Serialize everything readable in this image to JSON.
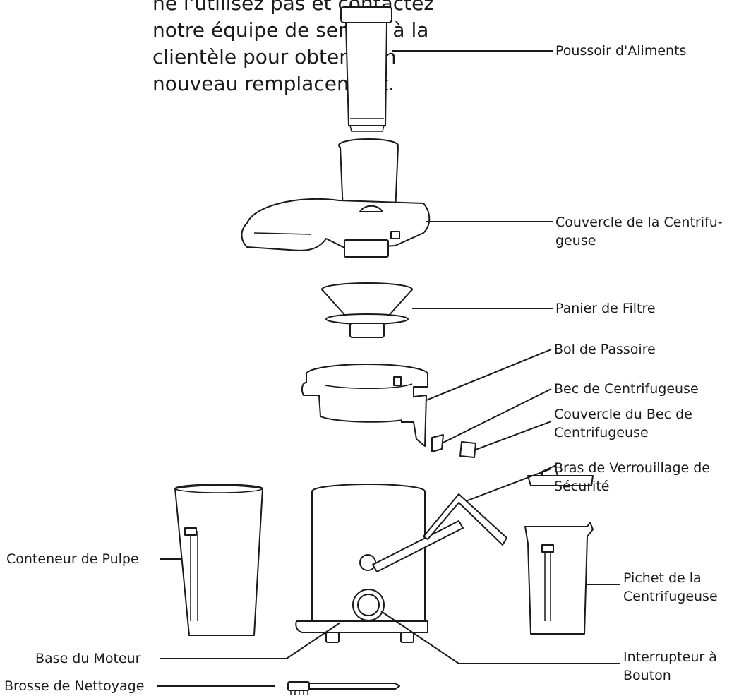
{
  "intro_lines": [
    "ne l'utilisez pas et contactez",
    "notre équipe de service à la",
    "clientèle pour obtenir un",
    "nouveau remplacement."
  ],
  "labels": {
    "food_pusher": "Poussoir d'Aliments",
    "juicer_lid": [
      "Couvercle de la Centrifu-",
      "geuse"
    ],
    "filter_basket": "Panier de Filtre",
    "strainer_bowl": "Bol de Passoire",
    "spout": "Bec de Centrifugeuse",
    "spout_cover": [
      "Couvercle du Bec de",
      "Centrifugeuse"
    ],
    "safety_arm": [
      "Bras de Verrouillage de",
      "Sécurité"
    ],
    "pulp_container": "Conteneur de Pulpe",
    "juice_jug": [
      "Pichet de la",
      "Centrifugeuse"
    ],
    "motor_base": "Base du Moteur",
    "knob_switch": [
      "Interrupteur à",
      "Bouton"
    ],
    "cleaning_brush": "Brosse de Nettoyage"
  }
}
